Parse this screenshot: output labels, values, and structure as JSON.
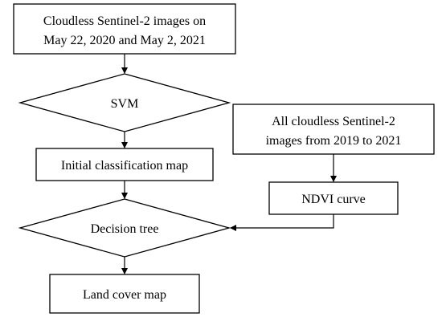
{
  "nodes": {
    "input_images": {
      "line1": "Cloudless Sentinel-2 images on",
      "line2": "May 22, 2020 and May 2, 2021"
    },
    "svm": {
      "label": "SVM"
    },
    "initial_map": {
      "label": "Initial classification map"
    },
    "decision_tree": {
      "label": "Decision tree"
    },
    "land_cover": {
      "label": "Land cover map"
    },
    "all_images": {
      "line1": "All cloudless Sentinel-2",
      "line2": "images from 2019 to 2021"
    },
    "ndvi": {
      "label": "NDVI curve"
    }
  },
  "colors": {
    "stroke": "#000000",
    "fill": "#ffffff",
    "text": "#000000"
  }
}
